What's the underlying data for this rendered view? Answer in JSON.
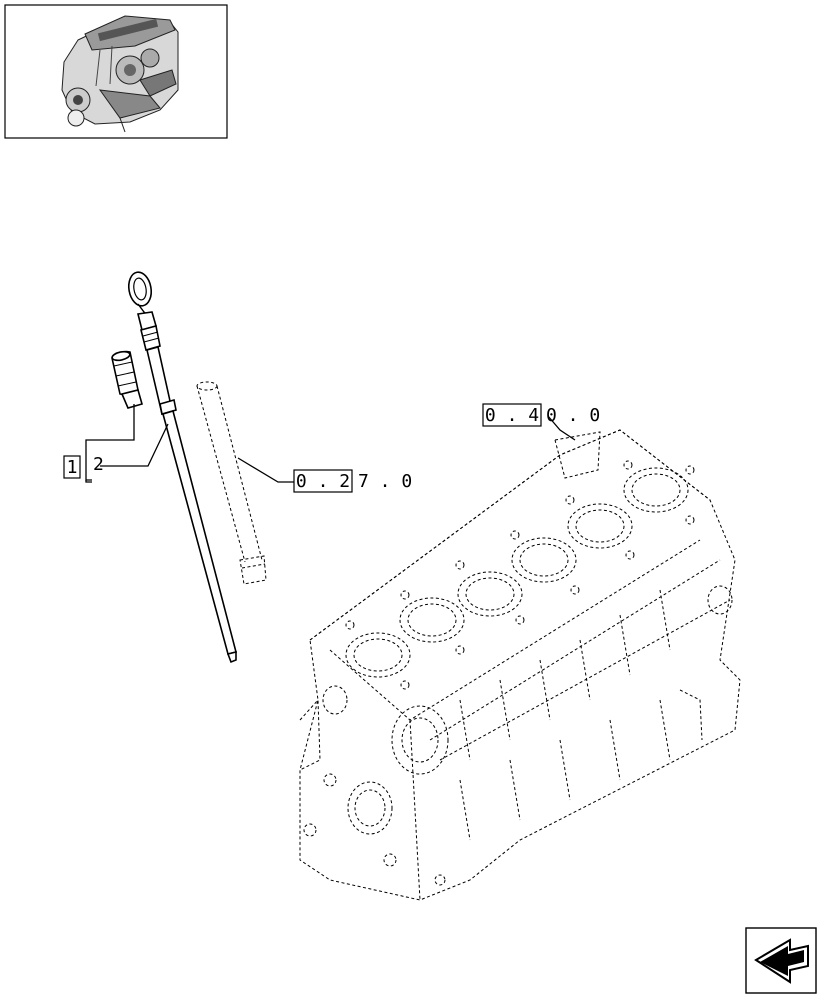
{
  "thumbnail": {
    "icon": "engine-thumbnail-icon"
  },
  "callouts": {
    "item_ref": {
      "boxed": "1",
      "number": "2"
    },
    "ref_tube": {
      "boxed": "0 . 2",
      "rest": "7 . 0"
    },
    "ref_block": {
      "boxed": "0 . 4",
      "rest": "0 . 0"
    }
  },
  "navigation": {
    "icon": "previous-page-arrow-icon"
  }
}
